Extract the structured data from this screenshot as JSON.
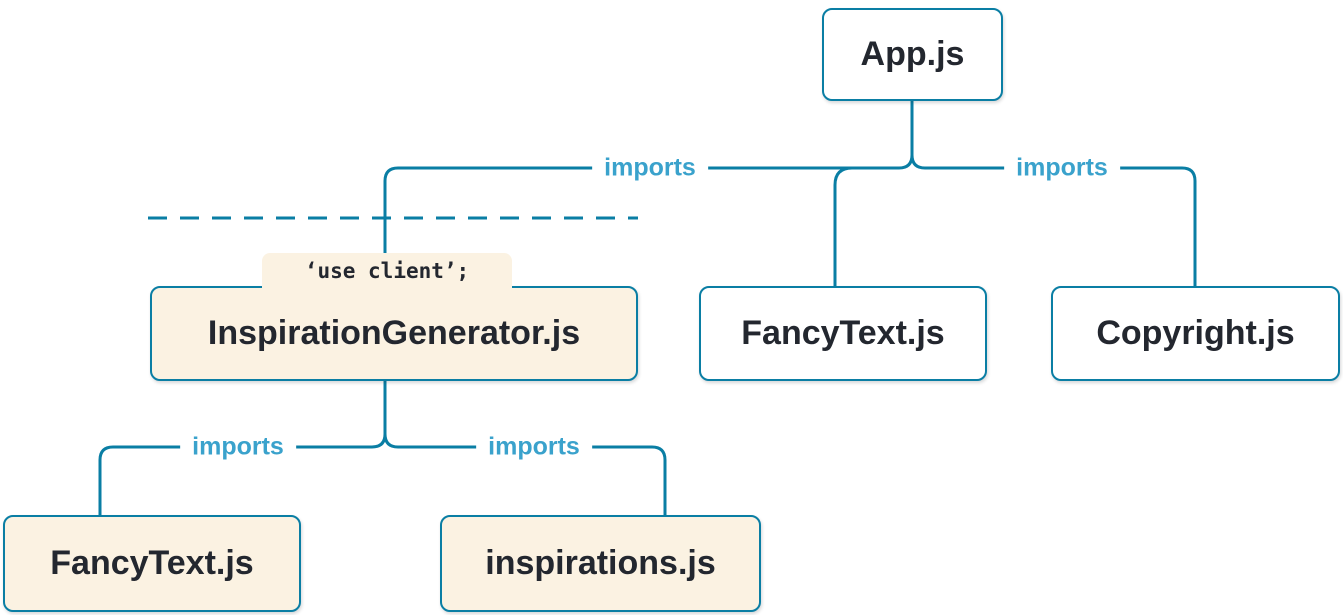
{
  "colors": {
    "line_color": "#0a7ea4",
    "box_border_color": "#0a7ea4",
    "box_text_color": "#23272f",
    "client_box_bg": "#fbf2e2",
    "server_box_bg": "#ffffff",
    "edge_label_color": "#3aa2cc",
    "page_bg": "#ffffff"
  },
  "nodes": {
    "app": {
      "label": "App.js"
    },
    "inspiration_generator": {
      "label": "InspirationGenerator.js",
      "directive": "‘use client’;"
    },
    "fancy_text_top": {
      "label": "FancyText.js"
    },
    "copyright": {
      "label": "Copyright.js"
    },
    "fancy_text_bottom": {
      "label": "FancyText.js"
    },
    "inspirations": {
      "label": "inspirations.js"
    }
  },
  "edge_label": "imports"
}
